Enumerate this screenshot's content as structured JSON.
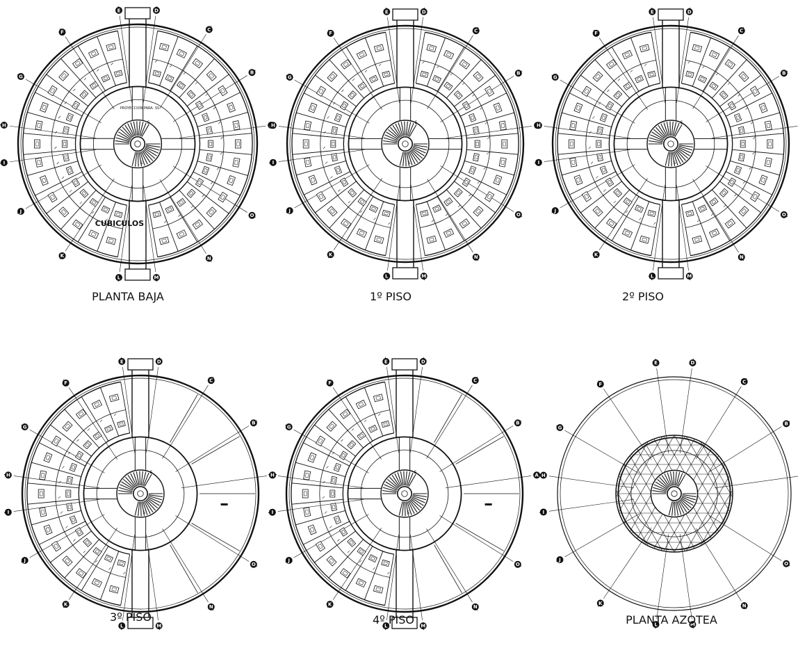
{
  "plans": [
    {
      "id": "p0",
      "title": "PLANTA BAJA",
      "type": "full",
      "note": "CUBICULOS",
      "stair_label": "PROYECCION PARA. SS"
    },
    {
      "id": "p1",
      "title": "1º PISO",
      "type": "full"
    },
    {
      "id": "p2",
      "title": "2º PISO",
      "type": "full"
    },
    {
      "id": "p3",
      "title": "3º PISO",
      "type": "half"
    },
    {
      "id": "p4",
      "title": "4º PISO",
      "type": "half"
    },
    {
      "id": "p5",
      "title": "PLANTA AZOTEA",
      "type": "roof"
    }
  ],
  "axis_letters": [
    "A",
    "B",
    "C",
    "D",
    "E",
    "F",
    "G",
    "H",
    "I",
    "J",
    "K",
    "L",
    "M",
    "N",
    "O"
  ],
  "stair_marks": [
    "S",
    "S"
  ],
  "colors": {
    "line": "#111111",
    "paper": "#ffffff"
  }
}
